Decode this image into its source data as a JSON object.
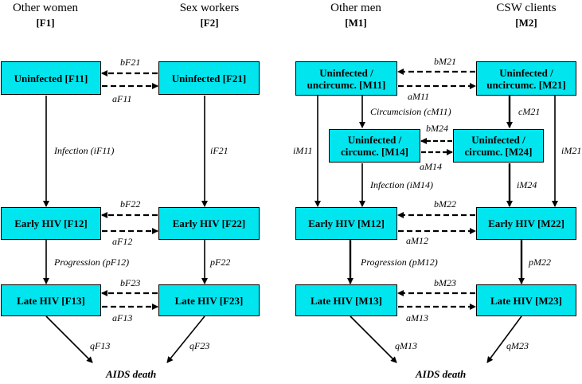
{
  "groups": {
    "other_women": {
      "title": "Other women",
      "sub": "[F1]"
    },
    "sex_workers": {
      "title": "Sex workers",
      "sub": "[F2]"
    },
    "other_men": {
      "title": "Other men",
      "sub": "[M1]"
    },
    "csw_clients": {
      "title": "CSW clients",
      "sub": "[M2]"
    }
  },
  "boxes": {
    "f11": "Uninfected [F11]",
    "f21": "Uninfected [F21]",
    "f12": "Early HIV [F12]",
    "f22": "Early HIV [F22]",
    "f13": "Late HIV [F13]",
    "f23": "Late HIV [F23]",
    "m11": "Uninfected /\nuncircumc. [M11]",
    "m21": "Uninfected /\nuncircumc. [M21]",
    "m14": "Uninfected /\ncircumc. [M14]",
    "m24": "Uninfected /\ncircumc. [M24]",
    "m12": "Early HIV [M12]",
    "m22": "Early HIV [M22]",
    "m13": "Late HIV [M13]",
    "m23": "Late HIV [M23]"
  },
  "labels": {
    "bF21": "bF21",
    "aF11": "aF11",
    "bF22": "bF22",
    "aF12": "aF12",
    "bF23": "bF23",
    "aF13": "aF13",
    "iF11": "Infection (iF11)",
    "iF21": "iF21",
    "pF12": "Progression (pF12)",
    "pF22": "pF22",
    "qF13": "qF13",
    "qF23": "qF23",
    "bM21": "bM21",
    "aM11": "aM11",
    "cM11": "Circumcision (cM11)",
    "cM21": "cM21",
    "bM24": "bM24",
    "aM14": "aM14",
    "iM11": "iM11",
    "iM21": "iM21",
    "iM14": "Infection (iM14)",
    "iM24": "iM24",
    "bM22": "bM22",
    "aM12": "aM12",
    "pM12": "Progression (pM12)",
    "pM22": "pM22",
    "bM23": "bM23",
    "aM13": "aM13",
    "qM13": "qM13",
    "qM23": "qM23"
  },
  "death": {
    "left": "AIDS death",
    "right": "AIDS death"
  },
  "colors": {
    "box_fill": "#00e5ee",
    "line": "#000000"
  }
}
